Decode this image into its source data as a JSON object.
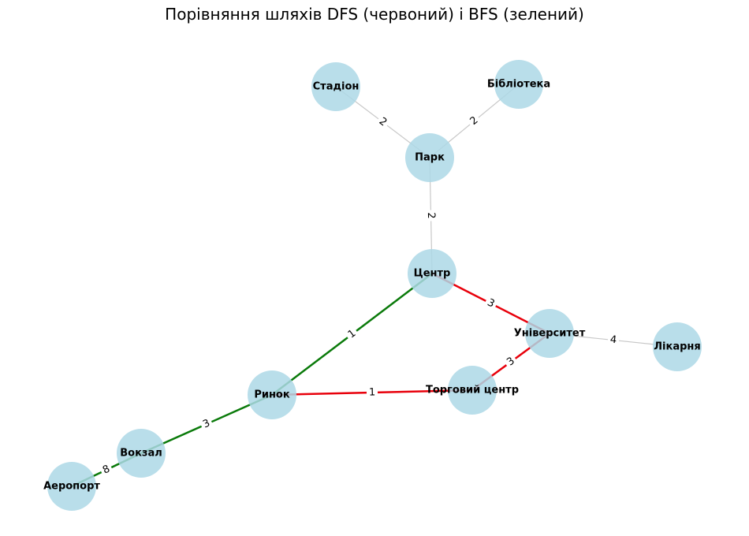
{
  "title": "Порівняння шляхів DFS (червоний) і BFS (зелений)",
  "colors": {
    "node_fill": "#add8e6",
    "edge_default": "#c8c8c8",
    "dfs_path": "#e8000b",
    "bfs_path": "#0a7a0a"
  },
  "nodes": [
    {
      "id": "stadion",
      "label": "Стадіон"
    },
    {
      "id": "biblioteka",
      "label": "Бібліотека"
    },
    {
      "id": "park",
      "label": "Парк"
    },
    {
      "id": "tsentr",
      "label": "Центр"
    },
    {
      "id": "universytet",
      "label": "Університет"
    },
    {
      "id": "likarnia",
      "label": "Лікарня"
    },
    {
      "id": "torhovyi",
      "label": "Торговий центр"
    },
    {
      "id": "rynok",
      "label": "Ринок"
    },
    {
      "id": "vokzal",
      "label": "Вокзал"
    },
    {
      "id": "aeroport",
      "label": "Аеропорт"
    }
  ],
  "edges": [
    {
      "from": "stadion",
      "to": "park",
      "weight": "2",
      "path": "none"
    },
    {
      "from": "biblioteka",
      "to": "park",
      "weight": "2",
      "path": "none"
    },
    {
      "from": "park",
      "to": "tsentr",
      "weight": "2",
      "path": "none"
    },
    {
      "from": "universytet",
      "to": "likarnia",
      "weight": "4",
      "path": "none"
    },
    {
      "from": "tsentr",
      "to": "universytet",
      "weight": "3",
      "path": "dfs"
    },
    {
      "from": "universytet",
      "to": "torhovyi",
      "weight": "3",
      "path": "dfs"
    },
    {
      "from": "torhovyi",
      "to": "rynok",
      "weight": "1",
      "path": "dfs"
    },
    {
      "from": "tsentr",
      "to": "rynok",
      "weight": "1",
      "path": "bfs"
    },
    {
      "from": "rynok",
      "to": "vokzal",
      "weight": "3",
      "path": "bfs"
    },
    {
      "from": "vokzal",
      "to": "aeroport",
      "weight": "8",
      "path": "bfs"
    }
  ]
}
